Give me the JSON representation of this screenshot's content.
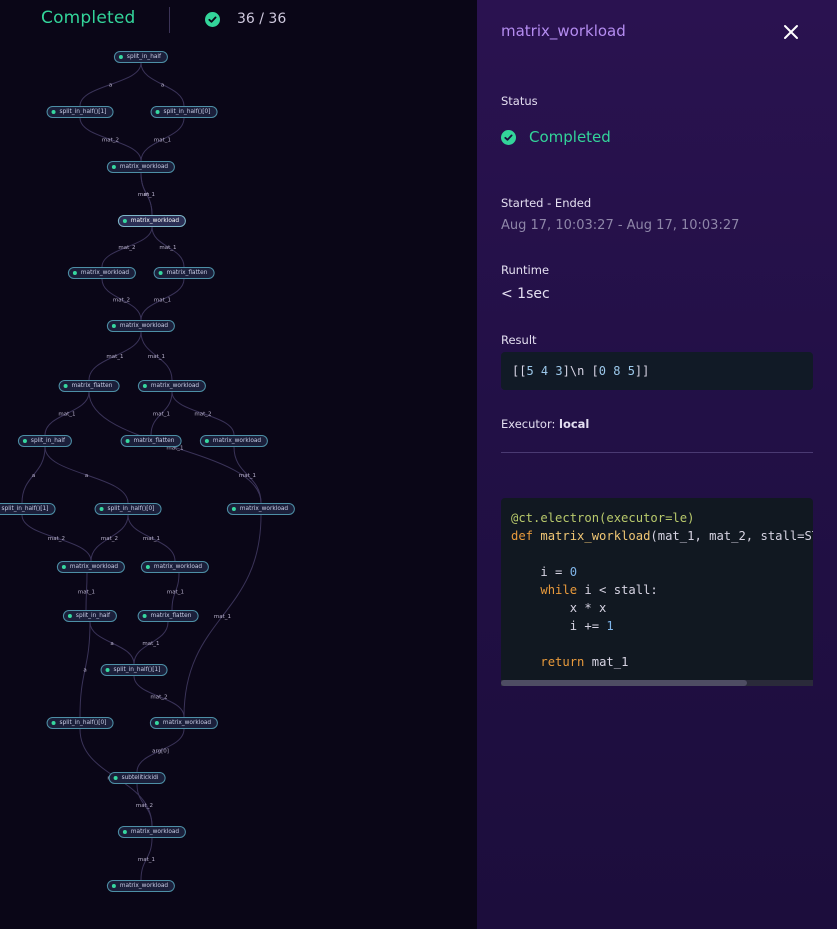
{
  "header": {
    "status": "Completed",
    "progress": "36 / 36"
  },
  "graph": {
    "nodes": [
      {
        "label": "split_in_half",
        "selected": false
      },
      {
        "label": "split_in_half()[1]",
        "selected": false
      },
      {
        "label": "split_in_half()[0]",
        "selected": false
      },
      {
        "label": "matrix_workload",
        "selected": false
      },
      {
        "label": "matrix_workload",
        "selected": true
      },
      {
        "label": "matrix_workload",
        "selected": false
      },
      {
        "label": "matrix_flatten",
        "selected": false
      },
      {
        "label": "matrix_workload",
        "selected": false
      },
      {
        "label": "matrix_flatten",
        "selected": false
      },
      {
        "label": "matrix_workload",
        "selected": false
      },
      {
        "label": "split_in_half",
        "selected": false
      },
      {
        "label": "matrix_flatten",
        "selected": false
      },
      {
        "label": "matrix_workload",
        "selected": false
      },
      {
        "label": "split_in_half()[1]",
        "selected": false
      },
      {
        "label": "split_in_half()[0]",
        "selected": false
      },
      {
        "label": "matrix_workload",
        "selected": false
      },
      {
        "label": "matrix_workload",
        "selected": false
      },
      {
        "label": "matrix_workload",
        "selected": false
      },
      {
        "label": "split_in_half",
        "selected": false
      },
      {
        "label": "matrix_flatten",
        "selected": false
      },
      {
        "label": "split_in_half()[1]",
        "selected": false
      },
      {
        "label": "split_in_half()[0]",
        "selected": false
      },
      {
        "label": "matrix_workload",
        "selected": false
      },
      {
        "label": "subtelitickidi",
        "selected": false
      },
      {
        "label": "matrix_workload",
        "selected": false
      },
      {
        "label": "matrix_workload",
        "selected": false
      }
    ],
    "edge_labels": [
      "a",
      "a",
      "mat_2",
      "mat_1",
      "mat_1",
      "m",
      "mat_2",
      "mat_1",
      "mat_2",
      "mat_1",
      "mat_1",
      "mat_1",
      "mat_1",
      "mat_1",
      "mat_2",
      "a",
      "a",
      "mat_1",
      "mat_1",
      "mat_2",
      "mat_2",
      "mat_1",
      "mat_1",
      "mat_1",
      "a",
      "a",
      "mat_1",
      "mat_1",
      "mat_2",
      "arg[0]",
      "mat_2",
      "mat_2",
      "mat_1"
    ]
  },
  "panel": {
    "title": "matrix_workload",
    "status_label": "Status",
    "status_value": "Completed",
    "started_ended_label": "Started - Ended",
    "started_ended_value": "Aug 17, 10:03:27 - Aug 17, 10:03:27",
    "runtime_label": "Runtime",
    "runtime_value": "< 1sec",
    "result_label": "Result",
    "result_value": "[[5 4 3]\\n [0 8 5]]",
    "executor_label": "Executor:",
    "executor_value": "local",
    "code_lines": [
      "@ct.electron(executor=le)",
      "def matrix_workload(mat_1, mat_2, stall=ST",
      "",
      "    i = 0",
      "    while i < stall:",
      "        x * x",
      "        i += 1",
      "",
      "    return mat_1"
    ]
  },
  "colors": {
    "success": "#33d49a",
    "accent": "#b48cf0",
    "panel_bg": "#2a1250",
    "canvas_bg": "#0a0617"
  },
  "icons": {
    "status": "check-circle-icon",
    "close": "close-icon"
  }
}
